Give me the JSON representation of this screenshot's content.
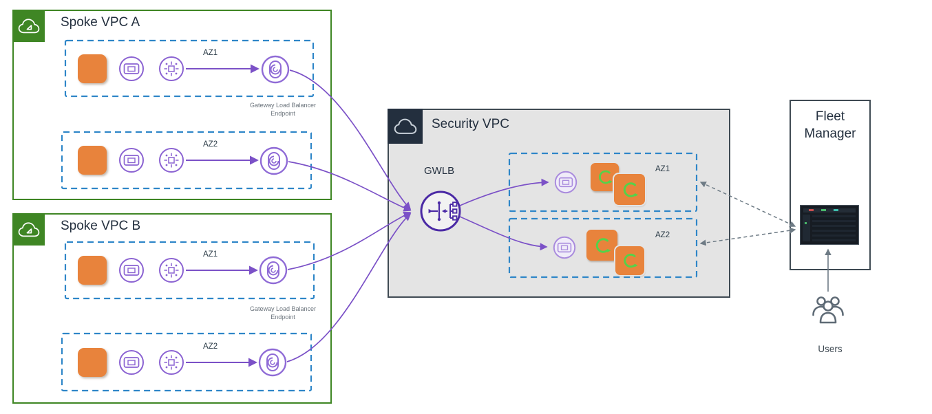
{
  "spoke_a": {
    "title": "Spoke VPC A",
    "az1_label": "AZ1",
    "az2_label": "AZ2",
    "endpoint_label": "Gateway Load Balancer Endpoint"
  },
  "spoke_b": {
    "title": "Spoke VPC B",
    "az1_label": "AZ1",
    "az2_label": "AZ2",
    "endpoint_label": "Gateway Load Balancer Endpoint"
  },
  "security": {
    "title": "Security VPC",
    "gwlb_label": "GWLB",
    "az1_label": "AZ1",
    "az2_label": "AZ2"
  },
  "fleet": {
    "title": "Fleet Manager"
  },
  "users": {
    "label": "Users"
  },
  "colors": {
    "vpc_green": "#3F8624",
    "app_orange": "#E8833C",
    "subnet_blue": "#2E86C8",
    "flow_purple": "#7B51C7",
    "gwlb_purple": "#4B2AA5",
    "dark_navy": "#232F3E",
    "security_fill": "#E4E4E4",
    "mgmt_gray": "#6E7B85",
    "autoscale_green": "#55D24A"
  }
}
